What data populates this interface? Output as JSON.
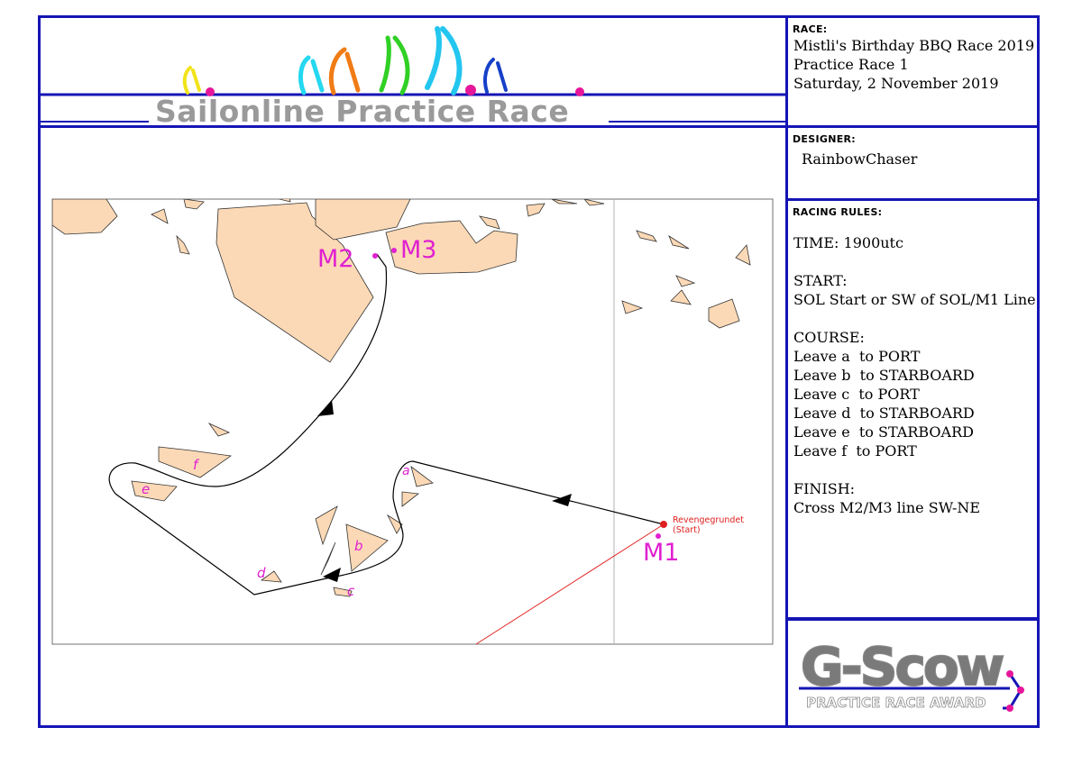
{
  "banner": {
    "title": "Sailonline Practice Race",
    "colors": {
      "border": "#1515b5",
      "banner_text": "#9a9a9a",
      "accent": "#e6169a"
    }
  },
  "race_panel": {
    "label": "RACE:",
    "lines": [
      "Mistli's Birthday BBQ Race 2019",
      "Practice Race 1",
      "Saturday, 2 November 2019"
    ]
  },
  "designer_panel": {
    "label": "DESIGNER:",
    "name": "RainbowChaser"
  },
  "rules_panel": {
    "label": "RACING RULES:",
    "time": "TIME: 1900utc",
    "start_heading": "START:",
    "start_text": "SOL Start or SW of SOL/M1 Line",
    "course_heading": "COURSE:",
    "course_lines": [
      "Leave a  to PORT",
      "Leave b  to STARBOARD",
      "Leave c  to PORT",
      "Leave d  to STARBOARD",
      "Leave e  to STARBOARD",
      "Leave f  to PORT"
    ],
    "finish_heading": "FINISH:",
    "finish_text": "Cross M2/M3 line SW-NE"
  },
  "map": {
    "start_label": "Revengegrundet",
    "start_sub": "(Start)",
    "marks": {
      "m1": "M1",
      "m2": "M2",
      "m3": "M3"
    },
    "islands": {
      "a": "a",
      "b": "b",
      "c": "c",
      "d": "d",
      "e": "e",
      "f": "f"
    },
    "colors": {
      "land": "#fcd9b6",
      "route": "#000000",
      "mark_label": "#e020d0",
      "start": "#e02020"
    }
  },
  "award": {
    "title": "G-Scow",
    "subtitle": "PRACTICE RACE AWARD"
  }
}
